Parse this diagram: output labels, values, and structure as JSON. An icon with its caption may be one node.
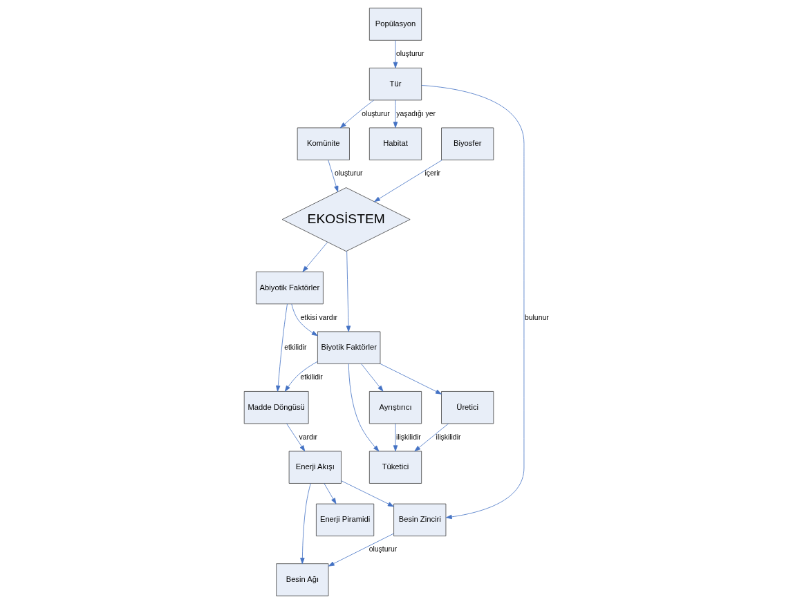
{
  "diagram": {
    "nodes": [
      {
        "text": [
          "Popülasyon"
        ]
      },
      {
        "text": [
          "Tür"
        ]
      },
      {
        "text": [
          "Komünite"
        ]
      },
      {
        "text": [
          "EKOSİSTEM"
        ]
      },
      {
        "text": [
          "Biyosfer"
        ]
      },
      {
        "text": [
          "Habitat"
        ]
      },
      {
        "text": [
          "Biyotik Faktörler"
        ]
      },
      {
        "text": [
          "Abiyotik Faktörler"
        ]
      },
      {
        "text": [
          "Üretici"
        ]
      },
      {
        "text": [
          "Tüketici"
        ]
      },
      {
        "text": [
          "Ayrıştırıcı"
        ]
      },
      {
        "text": [
          "Enerji Akışı"
        ]
      },
      {
        "text": [
          "Madde Döngüsü"
        ]
      },
      {
        "text": [
          "Besin Zinciri"
        ]
      },
      {
        "text": [
          "Besin Ağı"
        ]
      },
      {
        "text": [
          "Enerji Piramidi"
        ]
      }
    ],
    "edges": [
      {
        "from": 0,
        "to": 1,
        "arrow": "to",
        "label": "oluşturur"
      },
      {
        "from": 1,
        "to": 2,
        "arrow": "to",
        "label": "oluşturur"
      },
      {
        "from": 2,
        "to": 3,
        "arrow": "to",
        "label": "oluşturur"
      },
      {
        "from": 4,
        "to": 3,
        "arrow": "to",
        "label": "içerir"
      },
      {
        "from": 1,
        "to": 5,
        "arrow": "to",
        "label": "yaşadığı yer"
      },
      {
        "from": 1,
        "to": 13,
        "arrow": "to",
        "label": "bulunur"
      },
      {
        "from": 3,
        "to": 6,
        "arrow": "to"
      },
      {
        "from": 3,
        "to": 7,
        "arrow": "to"
      },
      {
        "from": 7,
        "to": 6,
        "arrow": "to",
        "label": "etkisi vardır"
      },
      {
        "from": 6,
        "to": 12,
        "arrow": "to",
        "label": "etkilidir"
      },
      {
        "from": 7,
        "to": 12,
        "arrow": "to",
        "label": "etkilidir"
      },
      {
        "from": 6,
        "to": 8,
        "arrow": "to"
      },
      {
        "from": 6,
        "to": 9,
        "arrow": "to"
      },
      {
        "from": 6,
        "to": 10,
        "arrow": "to"
      },
      {
        "from": 8,
        "to": 9,
        "arrow": "to",
        "label": "ilişkilidir"
      },
      {
        "from": 10,
        "to": 9,
        "arrow": "to",
        "label": "ilişkilidir"
      },
      {
        "from": 12,
        "to": 11,
        "arrow": "to",
        "label": "vardır"
      },
      {
        "from": 11,
        "to": 13,
        "arrow": "to"
      },
      {
        "from": 11,
        "to": 14,
        "arrow": "to"
      },
      {
        "from": 11,
        "to": 15,
        "arrow": "to"
      },
      {
        "from": 13,
        "to": 14,
        "arrow": "to",
        "label": "oluşturur"
      }
    ]
  }
}
